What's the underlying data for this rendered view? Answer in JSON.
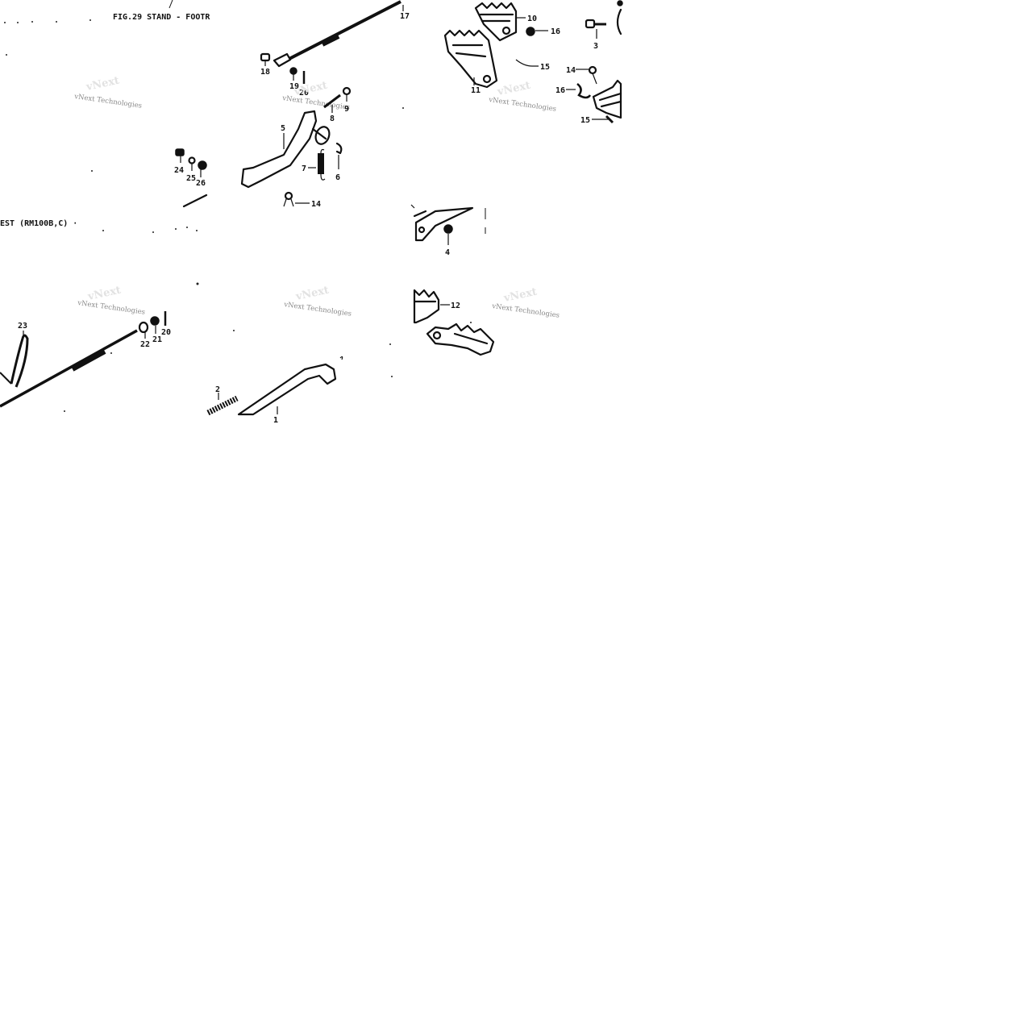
{
  "headings": {
    "figure_title": "FIG.29  STAND - FOOTR",
    "models": "EST (RM100B,C) ·"
  },
  "watermark": {
    "text": "vNext Technologies",
    "ghost": "vNext"
  },
  "callouts": {
    "p1": "1",
    "p2": "2",
    "p3": "3",
    "p4": "4",
    "p5": "5",
    "p6": "6",
    "p7": "7",
    "p8": "8",
    "p9": "9",
    "p10": "10",
    "p11": "11",
    "p12": "12",
    "p14a": "14",
    "p14b": "14",
    "p15a": "15",
    "p15b": "15",
    "p16a": "16",
    "p16b": "16",
    "p17": "17",
    "p18": "18",
    "p19": "19",
    "p20a": "20",
    "p20b": "20",
    "p21": "21",
    "p22": "22",
    "p23": "23",
    "p24": "24",
    "p25": "25",
    "p26": "26"
  },
  "colors": {
    "ink": "#111111",
    "paper": "#ffffff",
    "watermark": "#8a8a8a"
  }
}
